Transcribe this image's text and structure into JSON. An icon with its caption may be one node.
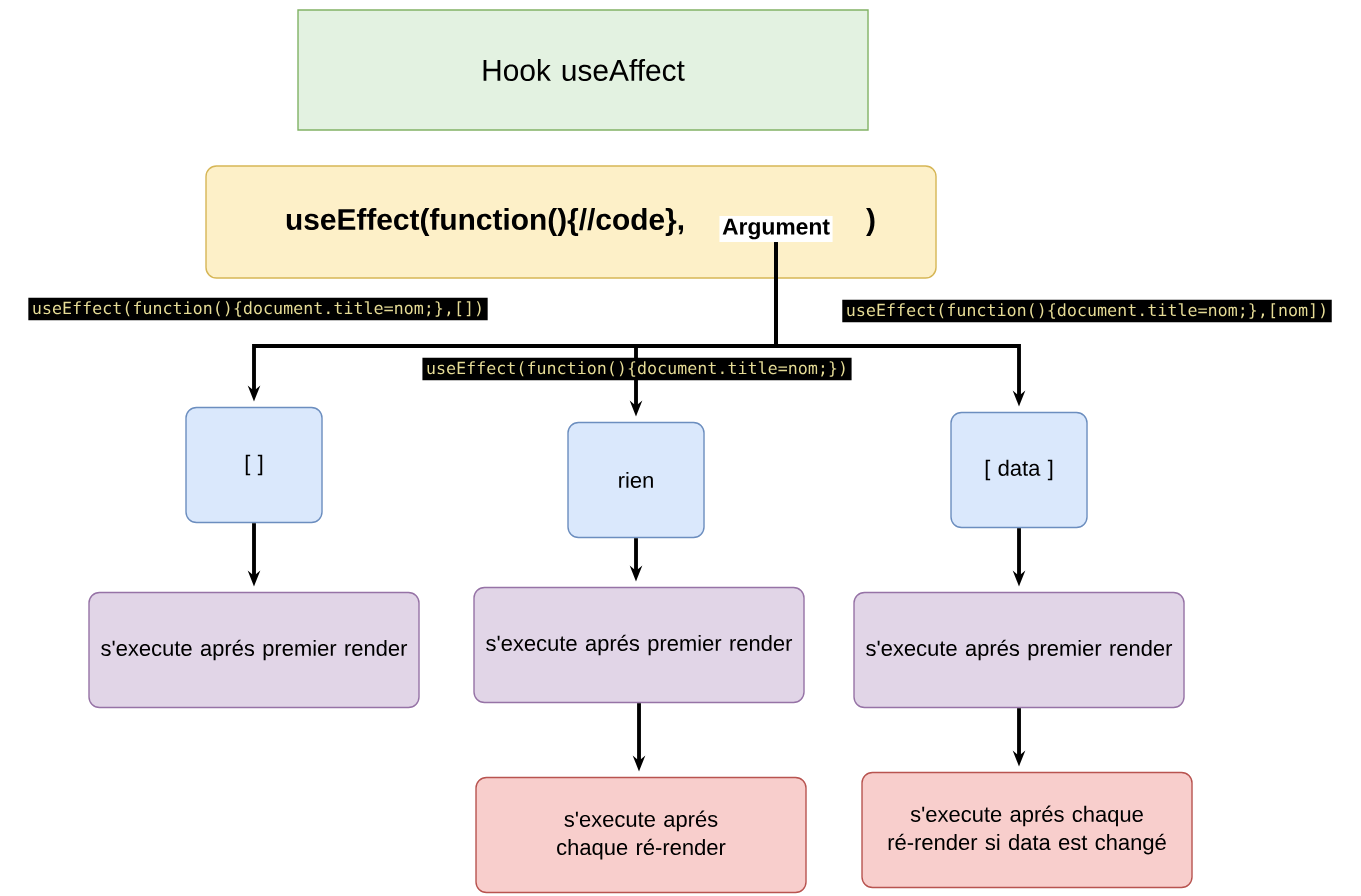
{
  "diagram": {
    "nodes": [
      {
        "text": [
          "Hook useAffect"
        ]
      },
      {
        "text": [
          "useEffect(function(){//code},",
          ")"
        ]
      },
      {
        "text": [
          "Argument"
        ],
        "in": 1
      },
      {
        "text": [
          "[ ]"
        ]
      },
      {
        "text": [
          "rien"
        ]
      },
      {
        "text": [
          "[ data ]"
        ]
      },
      {
        "text": [
          "s'execute aprés premier render"
        ]
      },
      {
        "text": [
          "s'execute aprés premier render"
        ]
      },
      {
        "text": [
          "s'execute aprés premier render"
        ]
      },
      {
        "text": [
          "s'execute aprés chaque ré-render"
        ]
      },
      {
        "text": [
          "s'execute aprés chaque ré-render si data est changé"
        ]
      }
    ],
    "edges": [
      {
        "from": 2,
        "to": 3,
        "arrow": "to",
        "label": "useEffect(function(){document.title=nom;},[])"
      },
      {
        "from": 2,
        "to": 4,
        "arrow": "to",
        "label": "useEffect(function(){document.title=nom;})"
      },
      {
        "from": 2,
        "to": 5,
        "arrow": "to",
        "label": "useEffect(function(){document.title=nom;},[nom])"
      },
      {
        "from": 3,
        "to": 6,
        "arrow": "to"
      },
      {
        "from": 4,
        "to": 7,
        "arrow": "to"
      },
      {
        "from": 5,
        "to": 8,
        "arrow": "to"
      },
      {
        "from": 7,
        "to": 9,
        "arrow": "to"
      },
      {
        "from": 8,
        "to": 10,
        "arrow": "to"
      }
    ]
  }
}
